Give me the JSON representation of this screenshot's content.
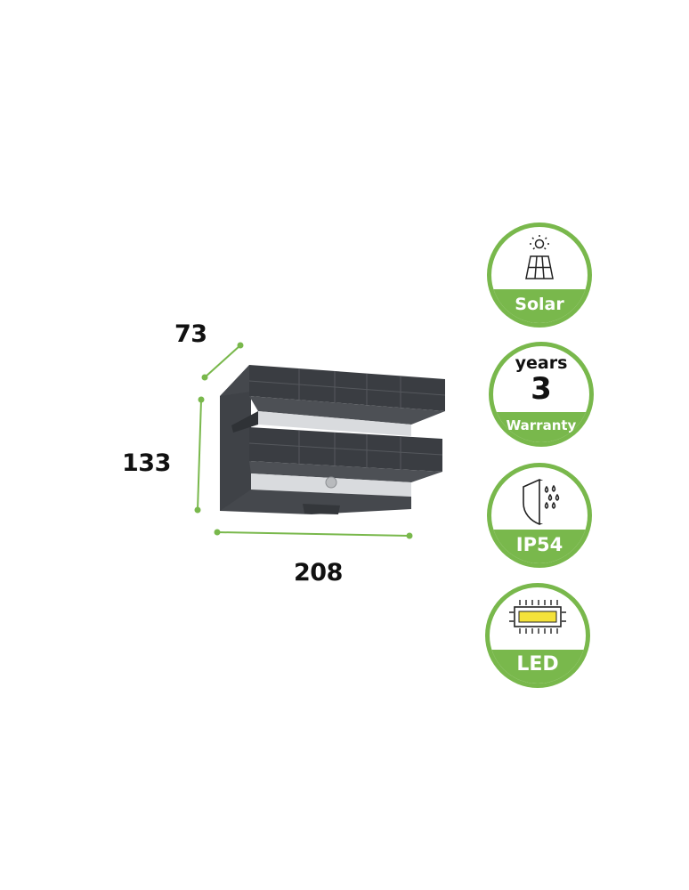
{
  "dimensions": {
    "depth": "73",
    "height": "133",
    "width": "208",
    "accent_color": "#79b84c"
  },
  "product": {
    "body_color": "#4a4d52",
    "panel_color": "#3a3d42",
    "light_color": "#d9dbde"
  },
  "badges": {
    "solar": {
      "label": "Solar",
      "icon": "solar-panel-sun-icon"
    },
    "warranty": {
      "top": "years",
      "number": "3",
      "label": "Warranty"
    },
    "ip": {
      "label": "IP54",
      "icon": "shield-water-drops-icon"
    },
    "led": {
      "label": "LED",
      "icon": "led-chip-icon"
    }
  }
}
